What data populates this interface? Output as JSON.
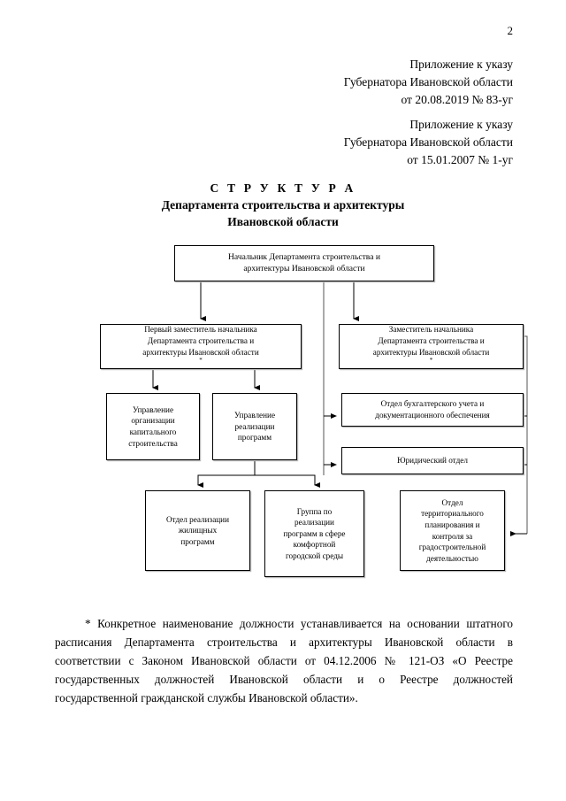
{
  "document": {
    "page_number": "2",
    "appendix_1": [
      "Приложение к указу",
      "Губернатора Ивановской области",
      "от 20.08.2019 № 83-уг"
    ],
    "appendix_2": [
      "Приложение к указу",
      "Губернатора Ивановской области",
      "от 15.01.2007 № 1-уг"
    ],
    "title": {
      "line1": "С Т Р У К Т У Р А",
      "line2": "Департамента строительства и архитектуры",
      "line3": "Ивановской области"
    },
    "footnote": "*   Конкретное   наименование   должности   устанавливается   на основании    штатного    расписания    Департамента    строительства    и архитектуры Ивановской области в соответствии с Законом Ивановской области от 04.12.2006 № 121-ОЗ «О Реестре государственных должностей Ивановской области и о Реестре должностей государственной гражданской службы Ивановской области»."
  },
  "chart_data": {
    "type": "diagram",
    "title": "Структура Департамента строительства и архитектуры Ивановской области",
    "nodes": [
      {
        "id": "head",
        "lines": [
          "Начальник Департамента строительства и",
          "архитектуры Ивановской области"
        ],
        "footnote_marker": false
      },
      {
        "id": "deputy_first",
        "lines": [
          "Первый заместитель начальника",
          "Департамента строительства и",
          "архитектуры Ивановской области"
        ],
        "footnote_marker": true
      },
      {
        "id": "deputy",
        "lines": [
          "Заместитель начальника",
          "Департамента строительства и",
          "архитектуры Ивановской области"
        ],
        "footnote_marker": true
      },
      {
        "id": "uprav_capital",
        "lines": [
          "Управление",
          "организации",
          "капитального",
          "строительства"
        ],
        "footnote_marker": false
      },
      {
        "id": "uprav_programs",
        "lines": [
          "Управление",
          "реализации",
          "программ"
        ],
        "footnote_marker": false
      },
      {
        "id": "accounting",
        "lines": [
          "Отдел бухгалтерского учета и",
          "документационного обеспечения"
        ],
        "footnote_marker": false
      },
      {
        "id": "legal",
        "lines": [
          "Юридический отдел"
        ],
        "footnote_marker": false
      },
      {
        "id": "housing",
        "lines": [
          "Отдел  реализации",
          "жилищных",
          "программ"
        ],
        "footnote_marker": false
      },
      {
        "id": "urban_group",
        "lines": [
          "Группа по",
          "реализации",
          "программ в сфере",
          "комфортной",
          "городской среды"
        ],
        "footnote_marker": false
      },
      {
        "id": "territorial",
        "lines": [
          "Отдел",
          "территориального",
          "планирования и",
          "контроля за",
          "градостроительной",
          "деятельностью"
        ],
        "footnote_marker": false
      }
    ],
    "edges": [
      {
        "from": "head",
        "to": "deputy_first"
      },
      {
        "from": "head",
        "to": "deputy"
      },
      {
        "from": "head",
        "to": "accounting"
      },
      {
        "from": "head",
        "to": "legal"
      },
      {
        "from": "deputy_first",
        "to": "uprav_capital"
      },
      {
        "from": "deputy_first",
        "to": "uprav_programs"
      },
      {
        "from": "uprav_programs",
        "to": "housing"
      },
      {
        "from": "uprav_programs",
        "to": "urban_group"
      },
      {
        "from": "deputy",
        "to": "accounting"
      },
      {
        "from": "deputy",
        "to": "legal"
      },
      {
        "from": "deputy",
        "to": "territorial"
      }
    ]
  },
  "colors": {
    "ink": "#000000",
    "paper": "#ffffff",
    "shadow": "#b9b9b9"
  }
}
